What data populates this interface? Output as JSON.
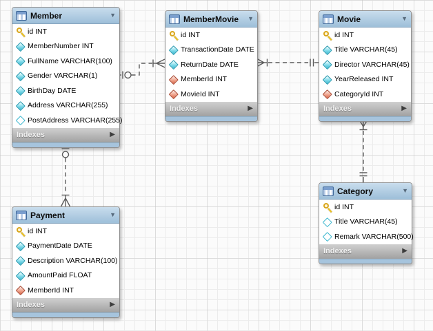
{
  "diagram": {
    "icons": {
      "collapse_arrow": "▼",
      "expand_arrow": "▶"
    },
    "colors": {
      "header_blue": "#a9c6de",
      "indexes_gray": "#b4b4b4",
      "line_gray": "#5c5c5c",
      "attribute_cyan": "#3db7cf",
      "fk_red": "#d9664a",
      "key_yellow": "#ecc423",
      "canvas_bg": "#fbfbfb"
    },
    "tables": {
      "member": {
        "title": "Member",
        "indexes_label": "Indexes",
        "columns": [
          {
            "icon": "key-icon",
            "label": "id INT"
          },
          {
            "icon": "diamond-icon",
            "label": "MemberNumber INT"
          },
          {
            "icon": "diamond-icon",
            "label": "FullName VARCHAR(100)"
          },
          {
            "icon": "diamond-icon",
            "label": "Gender VARCHAR(1)"
          },
          {
            "icon": "diamond-icon",
            "label": "BirthDay DATE"
          },
          {
            "icon": "diamond-icon",
            "label": "Address VARCHAR(255)"
          },
          {
            "icon": "diamond-null-icon",
            "label": "PostAddress VARCHAR(255)"
          }
        ]
      },
      "membermovie": {
        "title": "MemberMovie",
        "indexes_label": "Indexes",
        "columns": [
          {
            "icon": "key-icon",
            "label": "id INT"
          },
          {
            "icon": "diamond-icon",
            "label": "TransactionDate DATE"
          },
          {
            "icon": "diamond-icon",
            "label": "ReturnDate DATE"
          },
          {
            "icon": "fk-diamond-icon",
            "label": "MemberId INT"
          },
          {
            "icon": "fk-diamond-icon",
            "label": "MovieId INT"
          }
        ]
      },
      "movie": {
        "title": "Movie",
        "indexes_label": "Indexes",
        "columns": [
          {
            "icon": "key-icon",
            "label": "id INT"
          },
          {
            "icon": "diamond-icon",
            "label": "Title VARCHAR(45)"
          },
          {
            "icon": "diamond-icon",
            "label": "Director VARCHAR(45)"
          },
          {
            "icon": "diamond-icon",
            "label": "YearReleased INT"
          },
          {
            "icon": "fk-diamond-icon",
            "label": "CategoryId INT"
          }
        ]
      },
      "category": {
        "title": "Category",
        "indexes_label": "Indexes",
        "columns": [
          {
            "icon": "key-icon",
            "label": "id INT"
          },
          {
            "icon": "diamond-null-icon",
            "label": "Title VARCHAR(45)"
          },
          {
            "icon": "diamond-null-icon",
            "label": "Remark VARCHAR(500)"
          }
        ]
      },
      "payment": {
        "title": "Payment",
        "indexes_label": "Indexes",
        "columns": [
          {
            "icon": "key-icon",
            "label": "id INT"
          },
          {
            "icon": "diamond-icon",
            "label": "PaymentDate DATE"
          },
          {
            "icon": "diamond-icon",
            "label": "Description VARCHAR(100)"
          },
          {
            "icon": "diamond-icon",
            "label": "AmountPaid FLOAT"
          },
          {
            "icon": "fk-diamond-icon",
            "label": "MemberId INT"
          }
        ]
      }
    },
    "relationships": [
      {
        "id": "member-membermovie",
        "from_table": "Member",
        "to_table": "MemberMovie",
        "from_marker": "zero-or-one",
        "to_marker": "one-or-many",
        "line_style": "dashed"
      },
      {
        "id": "membermovie-movie",
        "from_table": "MemberMovie",
        "to_table": "Movie",
        "from_marker": "one-or-many",
        "to_marker": "exactly-one",
        "line_style": "dashed"
      },
      {
        "id": "movie-category",
        "from_table": "Movie",
        "to_table": "Category",
        "from_marker": "one-or-many",
        "to_marker": "exactly-one",
        "line_style": "dashed"
      },
      {
        "id": "member-payment",
        "from_table": "Member",
        "to_table": "Payment",
        "from_marker": "zero-or-one",
        "to_marker": "one-or-many",
        "line_style": "dashed"
      }
    ]
  }
}
